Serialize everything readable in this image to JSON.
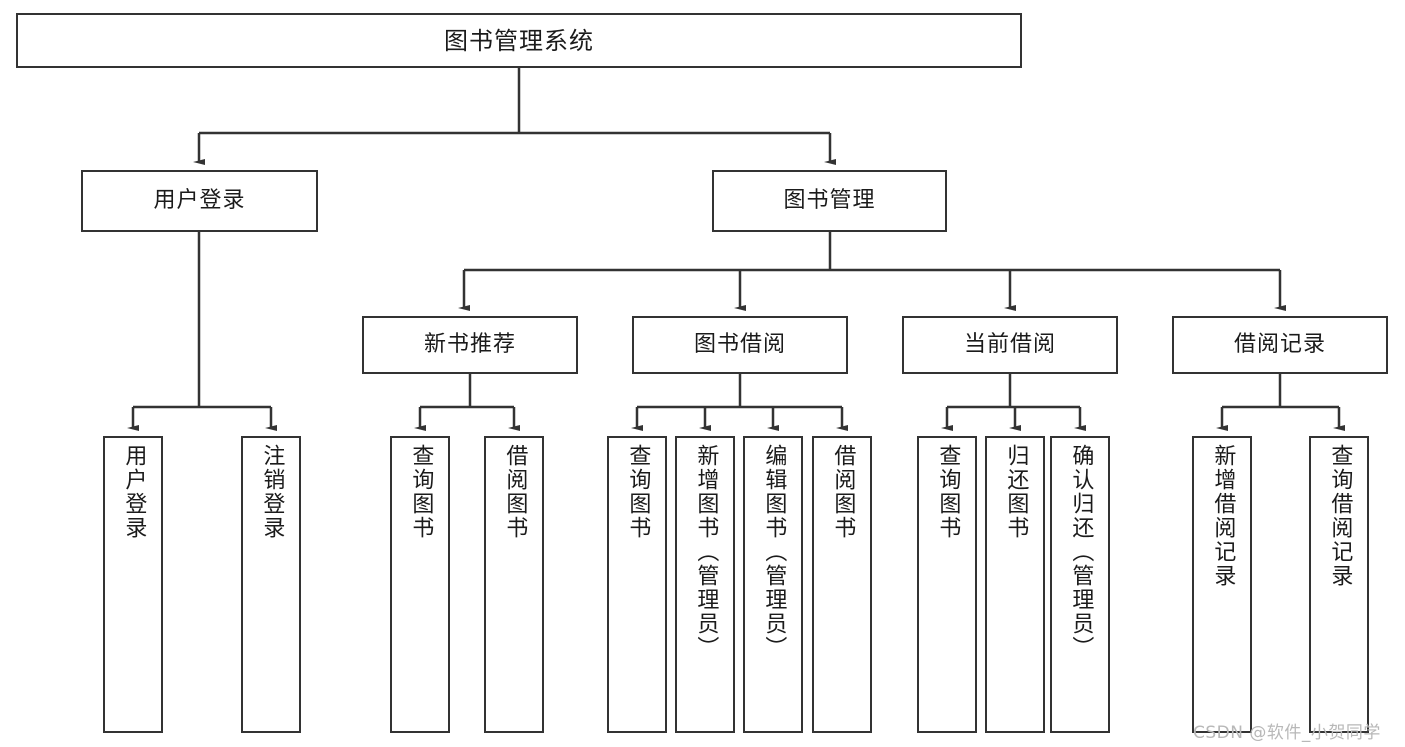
{
  "diagram": {
    "title": "图书管理系统",
    "type": "hierarchy-tree",
    "watermark": "CSDN @软件_小贺同学",
    "accent_color": "#333333",
    "background_color": "#ffffff",
    "nodes": {
      "root": {
        "label": "图书管理系统"
      },
      "level1": [
        {
          "id": "user-login",
          "label": "用户登录"
        },
        {
          "id": "book-manage",
          "label": "图书管理"
        }
      ],
      "level2": [
        {
          "id": "new-book-recommend",
          "label": "新书推荐"
        },
        {
          "id": "book-borrow",
          "label": "图书借阅"
        },
        {
          "id": "current-borrow",
          "label": "当前借阅"
        },
        {
          "id": "borrow-record",
          "label": "借阅记录"
        }
      ],
      "leaves": [
        {
          "id": "leaf-user-login",
          "label": "用户登录",
          "parent": "user-login"
        },
        {
          "id": "leaf-logout",
          "label": "注销登录",
          "parent": "user-login"
        },
        {
          "id": "leaf-query-book-1",
          "label": "查询图书",
          "parent": "new-book-recommend"
        },
        {
          "id": "leaf-borrow-book-1",
          "label": "借阅图书",
          "parent": "new-book-recommend"
        },
        {
          "id": "leaf-query-book-2",
          "label": "查询图书",
          "parent": "book-borrow"
        },
        {
          "id": "leaf-add-book",
          "label": "新增图书（管理员）",
          "parent": "book-borrow"
        },
        {
          "id": "leaf-edit-book",
          "label": "编辑图书（管理员）",
          "parent": "book-borrow"
        },
        {
          "id": "leaf-borrow-book-2",
          "label": "借阅图书",
          "parent": "book-borrow"
        },
        {
          "id": "leaf-query-book-3",
          "label": "查询图书",
          "parent": "current-borrow"
        },
        {
          "id": "leaf-return-book",
          "label": "归还图书",
          "parent": "current-borrow"
        },
        {
          "id": "leaf-confirm-return",
          "label": "确认归还（管理员）",
          "parent": "current-borrow"
        },
        {
          "id": "leaf-add-record",
          "label": "新增借阅记录",
          "parent": "borrow-record"
        },
        {
          "id": "leaf-query-record",
          "label": "查询借阅记录",
          "parent": "borrow-record"
        }
      ]
    }
  }
}
